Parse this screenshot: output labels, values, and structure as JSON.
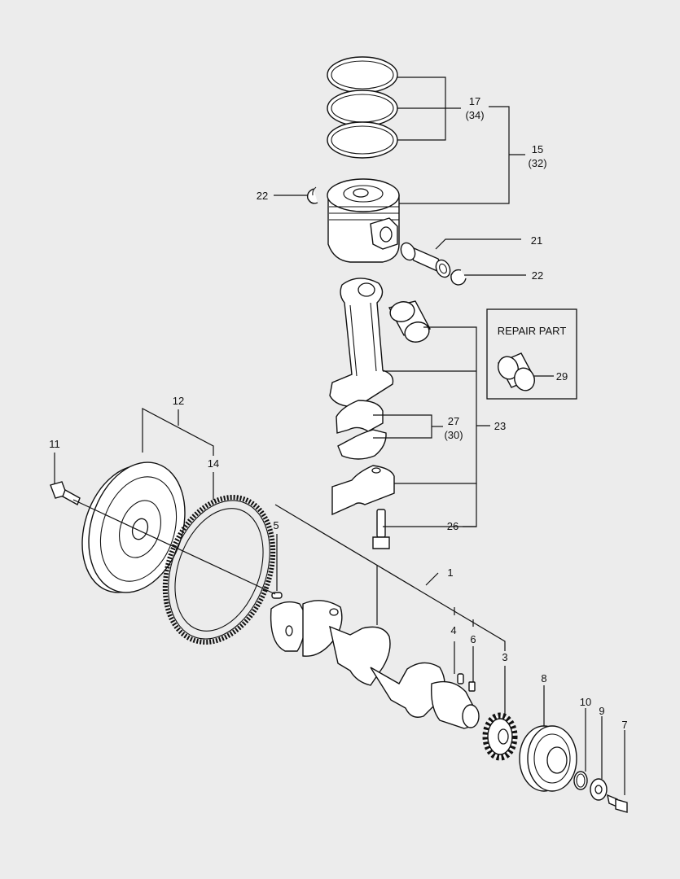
{
  "callouts": {
    "c1": "1",
    "c3": "3",
    "c4": "4",
    "c5": "5",
    "c6": "6",
    "c7": "7",
    "c8": "8",
    "c9": "9",
    "c10": "10",
    "c11": "11",
    "c12": "12",
    "c14": "14",
    "c15a": "15",
    "c15b": "(32)",
    "c17a": "17",
    "c17b": "(34)",
    "c21": "21",
    "c22a": "22",
    "c22b": "22",
    "c23": "23",
    "c26": "26",
    "c27a": "27",
    "c27b": "(30)",
    "c29": "29"
  },
  "repair_box": {
    "title": "REPAIR PART"
  },
  "colors": {
    "background": "#ececec",
    "line": "#111111",
    "part_fill": "#ffffff"
  }
}
